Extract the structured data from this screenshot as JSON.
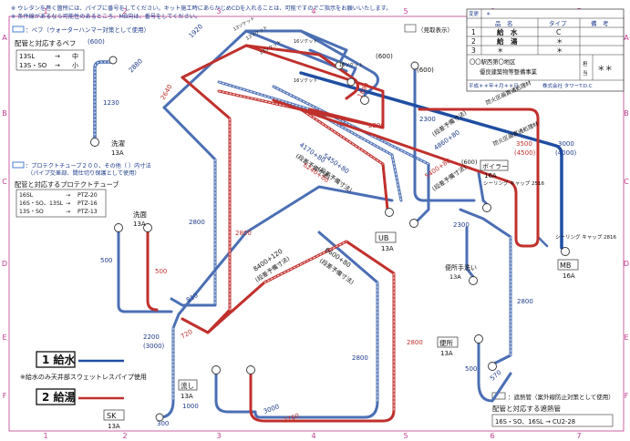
{
  "notes": {
    "line1": "※ ウレタンを巻く箇所には、パイプに番号をしてください。キット施工時にあらかじめCDを入れることは、可能ですのでご指示をお願いいたします。",
    "line2": "※ 条件線があるなら可能性のあるところ、MB向は、番号をしてください。"
  },
  "legend_pex": {
    "box_text": "：ペフ（ウォーターハンマー対策として使用）",
    "title": "配管と対応するペフ",
    "rows": [
      {
        "size": "13SL",
        "arrow": "→",
        "value": "中"
      },
      {
        "size": "13S・SO",
        "arrow": "→",
        "value": "小"
      }
    ]
  },
  "legend_protect": {
    "box_text_1": "：プロテクトチューブ２００、その他（ ）内寸法",
    "box_text_2": "（パイプ交差部、間仕切り保護として使用）",
    "title": "配管と対応するプロテクトチューブ",
    "rows": [
      {
        "size": "16SL",
        "arrow": "→",
        "value": "PTZ-20"
      },
      {
        "size": "16S・SO、13SL",
        "arrow": "→",
        "value": "PTZ-16"
      },
      {
        "size": "13S・SO",
        "arrow": "→",
        "value": "PTZ-13"
      }
    ]
  },
  "legend_lines": {
    "supply_label": "1 給水",
    "hot_label": "2 給湯",
    "note": "※給水のみ天井部スウェットレスパイプ使用"
  },
  "legend_insul": {
    "box_text": "：遮熱管（案外線防止対策として使用）",
    "title": "配管と対応する遮熱管",
    "row": "16S・SO、16SL → CU2-28"
  },
  "title_block": {
    "rev_label": "変更",
    "rev_value": "＊",
    "headers": [
      "",
      "品　名",
      "タイプ",
      "備　考"
    ],
    "rows": [
      {
        "no": "1",
        "name": "給　水",
        "type": "C",
        "remark": ""
      },
      {
        "no": "2",
        "name": "給　湯",
        "type": "＊",
        "remark": ""
      },
      {
        "no": "3",
        "name": "＊",
        "type": "＊",
        "remark": ""
      }
    ],
    "project": "〇〇駅西第〇地区\n優良建築物等整備事業",
    "staff_label": "担当",
    "staff_value": "＊＊",
    "date_line": "平成＊＊年＊月＊＊日",
    "company": "株式会社 タワーT.D.C"
  },
  "view_label": "（見取表示）",
  "grid_cols": [
    "1",
    "2",
    "3",
    "4",
    "5",
    "6",
    "7"
  ],
  "grid_rows": [
    "A",
    "B",
    "C",
    "D",
    "E",
    "F"
  ],
  "fixtures": [
    {
      "name": "洗濯",
      "size": "13A"
    },
    {
      "name": "洗面",
      "size": "13A"
    },
    {
      "name": "UB",
      "size": "13A"
    },
    {
      "name": "便所手洗い",
      "size": "13A"
    },
    {
      "name": "便所",
      "size": "13A"
    },
    {
      "name": "ボイラー",
      "size": "16A"
    },
    {
      "name": "MB",
      "size": "16A"
    },
    {
      "name": "流し",
      "size": "13A"
    },
    {
      "name": "SK",
      "size": "13A"
    }
  ],
  "labels_blue": [
    "(600)",
    "1230",
    "2880",
    "1920",
    "2800",
    "500",
    "810",
    "2200",
    "(3000)",
    "300",
    "1000",
    "3000",
    "2800",
    "8400+120",
    "(段差予備寸法)",
    "6600+80",
    "(段差予備寸法)",
    "4170+80",
    "(段差予備寸法)",
    "5450+80",
    "(段差予備寸法)",
    "4860+80",
    "(段差予備寸法)",
    "2300",
    "(600)",
    "(600)",
    "2300",
    "2800",
    "500",
    "570",
    "3000",
    "(4000)",
    "(600)",
    "シーリング キャップ 2816",
    "シーリング キャップ 2516",
    "防火区画貫通処理材",
    "防火区画貫通処理材",
    "16ソケット",
    "16ソケット",
    "16ソケット",
    "13ソケット",
    "13ソケット",
    "13ソケット"
  ],
  "labels_red": [
    "2640",
    "2800",
    "500",
    "720",
    "2760",
    "2800",
    "6240+80",
    "5400+80",
    "(段差予備寸法)",
    "1690",
    "2300",
    "3500",
    "(4500)"
  ]
}
